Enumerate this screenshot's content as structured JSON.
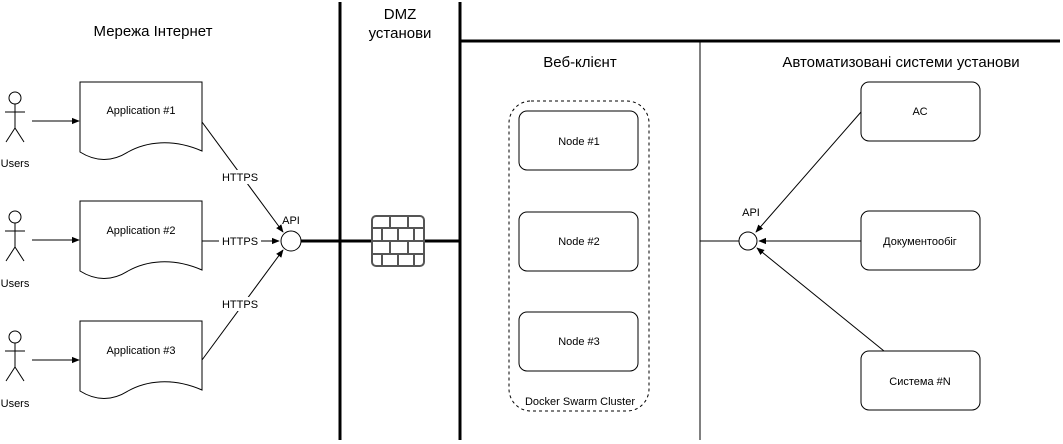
{
  "zones": {
    "internet": "Мережа Інтернет",
    "dmz_line1": "DMZ",
    "dmz_line2": "установи",
    "webclient": "Веб-клієнт",
    "systems": "Автоматизовані системи установи"
  },
  "users": [
    "Users",
    "Users",
    "Users"
  ],
  "applications": [
    "Application #1",
    "Application #2",
    "Application #3"
  ],
  "https_labels": [
    "HTTPS",
    "HTTPS",
    "HTTPS"
  ],
  "api_left": "API",
  "api_right": "API",
  "nodes": [
    "Node #1",
    "Node #2",
    "Node #3"
  ],
  "cluster_label": "Docker Swarm Cluster",
  "systems": [
    "АС",
    "Документообіг",
    "Система #N"
  ],
  "icons": {
    "user": "person-icon",
    "firewall": "firewall-brick-wall-icon",
    "api": "api-interface-circle"
  }
}
